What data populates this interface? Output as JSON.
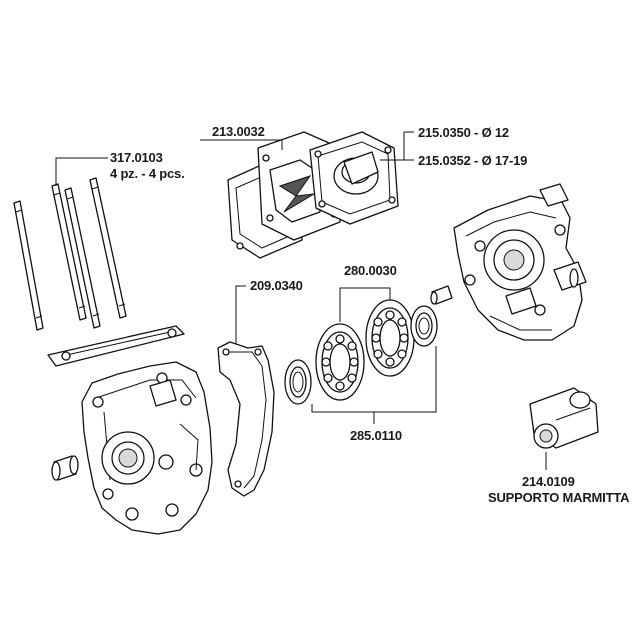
{
  "callouts": {
    "studs": {
      "code": "317.0103",
      "note": "4 pz. - 4 pcs."
    },
    "reed_block": {
      "code": "213.0032"
    },
    "reed_valve_12": {
      "code": "215.0350 - Ø 12"
    },
    "reed_valve_17_19": {
      "code": "215.0352 - Ø 17-19"
    },
    "gasket": {
      "code": "209.0340"
    },
    "bearing_set": {
      "code": "280.0030"
    },
    "bearing_seal": {
      "code": "285.0110"
    },
    "exhaust_support": {
      "code": "214.0109",
      "name": "SUPPORTO MARMITTA"
    }
  },
  "style": {
    "line_color": "#111111",
    "background": "#ffffff"
  }
}
